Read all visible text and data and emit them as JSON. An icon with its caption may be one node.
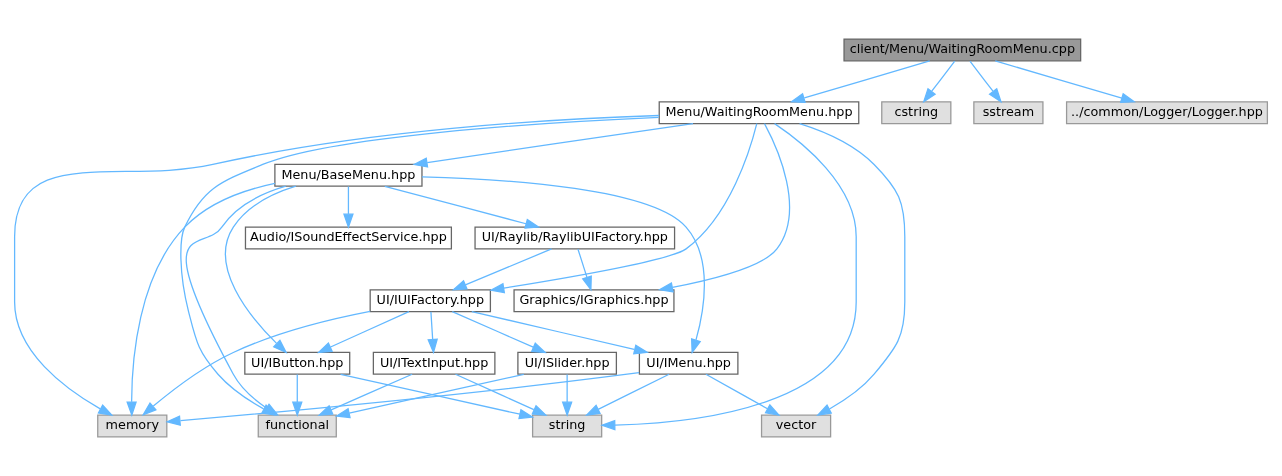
{
  "diagram": {
    "nodes": [
      {
        "text": [
          "client/Menu/WaitingRoomMenu.cpp"
        ]
      },
      {
        "text": [
          "Menu/WaitingRoomMenu.hpp"
        ]
      },
      {
        "text": [
          "cstring"
        ]
      },
      {
        "text": [
          "sstream"
        ]
      },
      {
        "text": [
          "../common/Logger/Logger.hpp"
        ]
      },
      {
        "text": [
          "Menu/BaseMenu.hpp"
        ]
      },
      {
        "text": [
          "Audio/ISoundEffectService.hpp"
        ]
      },
      {
        "text": [
          "UI/Raylib/RaylibUIFactory.hpp"
        ]
      },
      {
        "text": [
          "UI/IUIFactory.hpp"
        ]
      },
      {
        "text": [
          "Graphics/IGraphics.hpp"
        ]
      },
      {
        "text": [
          "UI/IButton.hpp"
        ]
      },
      {
        "text": [
          "UI/ISlider.hpp"
        ]
      },
      {
        "text": [
          "UI/ITextInput.hpp"
        ]
      },
      {
        "text": [
          "UI/IMenu.hpp"
        ]
      },
      {
        "text": [
          "functional"
        ]
      },
      {
        "text": [
          "string"
        ]
      },
      {
        "text": [
          "memory"
        ]
      },
      {
        "text": [
          "vector"
        ]
      }
    ],
    "edges": [
      {
        "from": 0,
        "to": 1,
        "arrow": "to"
      },
      {
        "from": 0,
        "to": 2,
        "arrow": "to"
      },
      {
        "from": 0,
        "to": 3,
        "arrow": "to"
      },
      {
        "from": 0,
        "to": 4,
        "arrow": "to"
      },
      {
        "from": 1,
        "to": 14,
        "arrow": "to"
      },
      {
        "from": 1,
        "to": 8,
        "arrow": "to"
      },
      {
        "from": 1,
        "to": 5,
        "arrow": "to"
      },
      {
        "from": 1,
        "to": 9,
        "arrow": "to"
      },
      {
        "from": 1,
        "to": 15,
        "arrow": "to"
      },
      {
        "from": 1,
        "to": 16,
        "arrow": "to"
      },
      {
        "from": 1,
        "to": 17,
        "arrow": "to"
      },
      {
        "from": 5,
        "to": 14,
        "arrow": "to"
      },
      {
        "from": 5,
        "to": 6,
        "arrow": "to"
      },
      {
        "from": 5,
        "to": 7,
        "arrow": "to"
      },
      {
        "from": 5,
        "to": 10,
        "arrow": "to"
      },
      {
        "from": 5,
        "to": 13,
        "arrow": "to"
      },
      {
        "from": 5,
        "to": 16,
        "arrow": "to"
      },
      {
        "from": 7,
        "to": 8,
        "arrow": "to"
      },
      {
        "from": 7,
        "to": 9,
        "arrow": "to"
      },
      {
        "from": 8,
        "to": 10,
        "arrow": "to"
      },
      {
        "from": 8,
        "to": 11,
        "arrow": "to"
      },
      {
        "from": 8,
        "to": 12,
        "arrow": "to"
      },
      {
        "from": 8,
        "to": 13,
        "arrow": "to"
      },
      {
        "from": 8,
        "to": 16,
        "arrow": "to"
      },
      {
        "from": 10,
        "to": 14,
        "arrow": "to"
      },
      {
        "from": 10,
        "to": 15,
        "arrow": "to"
      },
      {
        "from": 11,
        "to": 14,
        "arrow": "to"
      },
      {
        "from": 11,
        "to": 15,
        "arrow": "to"
      },
      {
        "from": 12,
        "to": 14,
        "arrow": "to"
      },
      {
        "from": 12,
        "to": 15,
        "arrow": "to"
      },
      {
        "from": 13,
        "to": 15,
        "arrow": "to"
      },
      {
        "from": 13,
        "to": 16,
        "arrow": "to"
      },
      {
        "from": 13,
        "to": 17,
        "arrow": "to"
      }
    ]
  }
}
